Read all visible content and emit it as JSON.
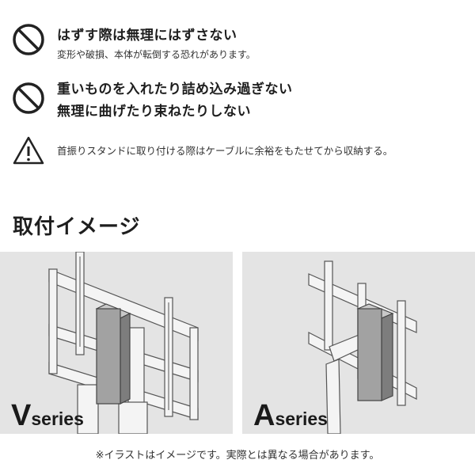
{
  "warnings": [
    {
      "icon": "prohibited-icon",
      "title": "はずす際は無理にはずさない",
      "subtitle": "変形や破損、本体が転倒する恐れがあります。"
    },
    {
      "icon": "prohibited-icon",
      "lines": [
        "重いものを入れたり詰め込み過ぎない",
        "無理に曲げたり束ねたりしない"
      ]
    },
    {
      "icon": "caution-triangle-icon",
      "text": "首振りスタンドに取り付ける際はケーブルに余裕をもたせてから収納する。"
    }
  ],
  "section": {
    "heading": "取付イメージ"
  },
  "images": [
    {
      "series_letter": "V",
      "series_suffix": "series"
    },
    {
      "series_letter": "A",
      "series_suffix": "series"
    }
  ],
  "footnote": "※イラストはイメージです。実際とは異なる場合があります。",
  "colors": {
    "panel_bg": "#e4e4e4",
    "text": "#222222",
    "box_fill": "#9a9a9a"
  }
}
